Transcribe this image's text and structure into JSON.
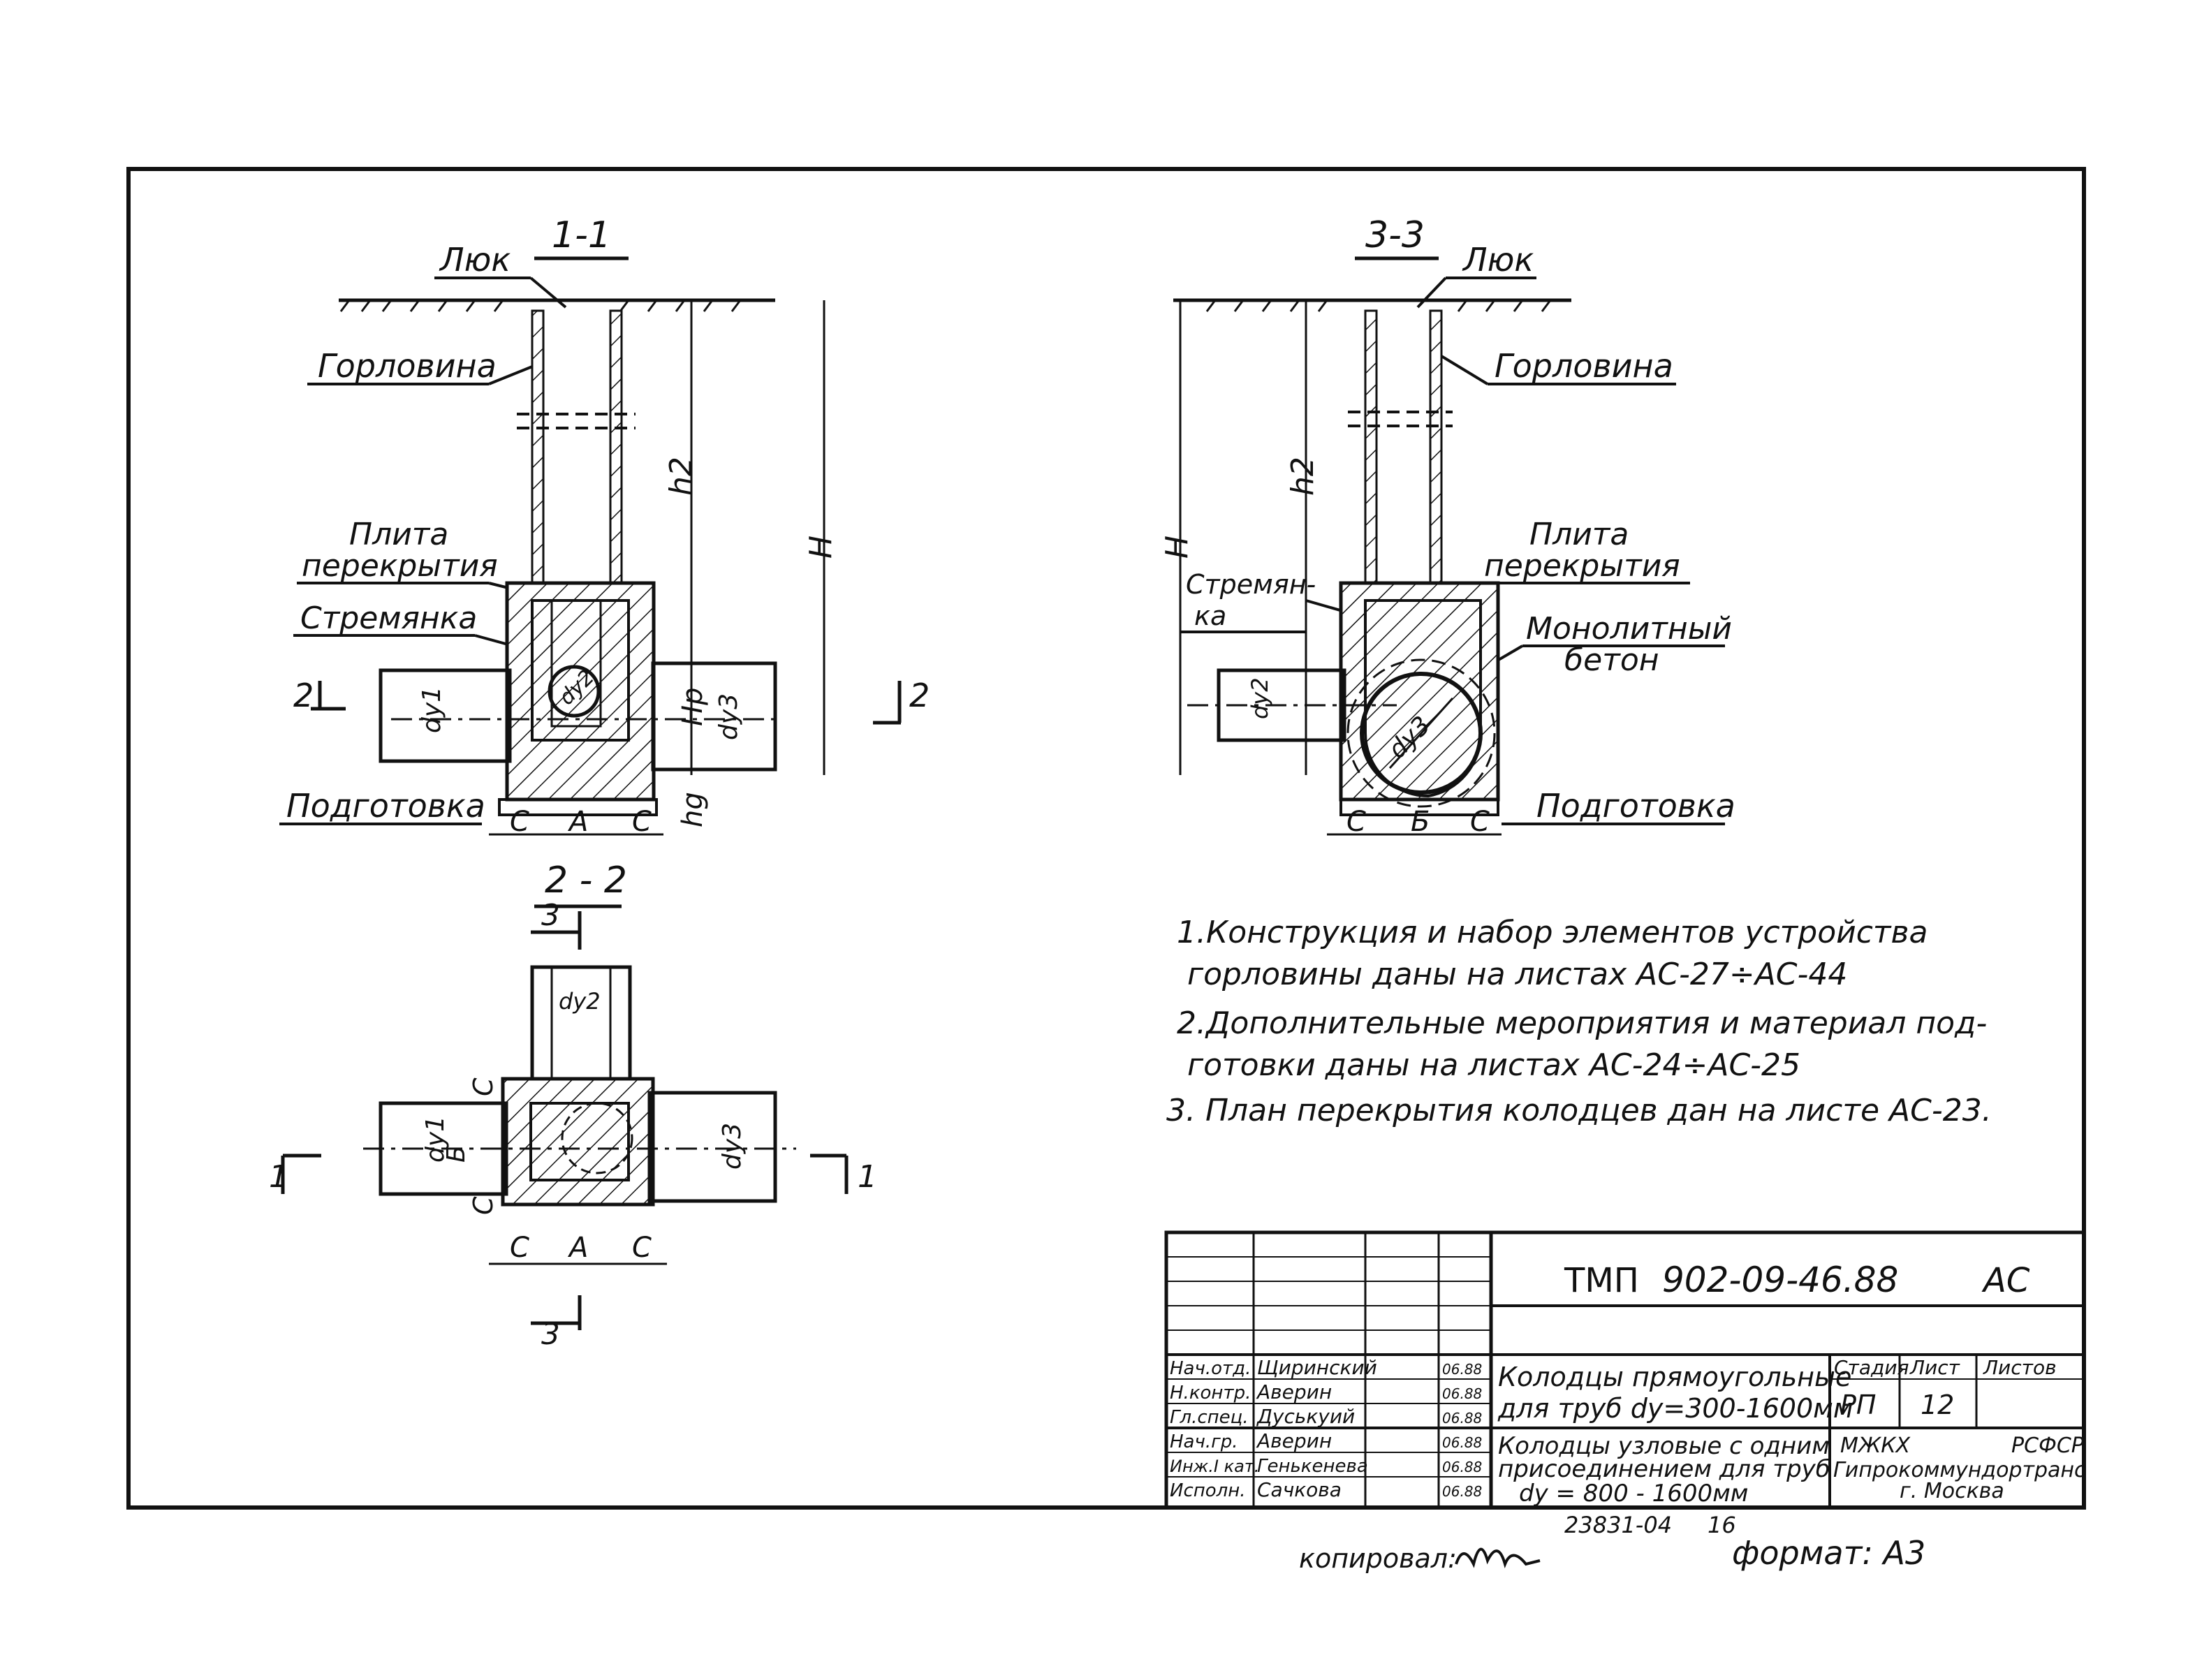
{
  "section_1_1": {
    "title": "1-1",
    "labels": {
      "hatch": "Люк",
      "neck": "Горловина",
      "slab_line1": "Плита",
      "slab_line2": "перекрытия",
      "ladder": "Стремянка",
      "base": "Подготовка"
    },
    "pipes": {
      "d1": "dу1",
      "d2": "dу2",
      "d3": "dу3"
    },
    "dims": {
      "h2": "h2",
      "H": "H",
      "Hp": "Hp",
      "hg": "hg",
      "c": "C",
      "a": "A"
    },
    "cut_mark": "2"
  },
  "section_3_3": {
    "title": "3-3",
    "labels": {
      "hatch": "Люк",
      "neck": "Горловина",
      "slab_line1": "Плита",
      "slab_line2": "перекрытия",
      "ladder_line1": "Стремян-",
      "ladder_line2": "ка",
      "mono_line1": "Монолитный",
      "mono_line2": "бетон",
      "base": "Подготовка"
    },
    "pipes": {
      "d2": "dу2",
      "d3": "dу3"
    },
    "dims": {
      "H": "H",
      "h2": "h2",
      "c": "C",
      "b": "Б"
    }
  },
  "section_2_2": {
    "title": "2 - 2",
    "cut_top": "3",
    "cut_bottom": "3",
    "cut_side": "1",
    "pipes": {
      "d1": "dу1",
      "d2": "dу2",
      "d3": "dу3"
    },
    "dims": {
      "c": "C",
      "a": "A",
      "b": "Б"
    }
  },
  "notes": [
    "1.Конструкция и набор элементов устройства",
    "горловины даны на листах АС-27÷АС-44",
    "2.Дополнительные мероприятия и материал под-",
    "готовки даны на листах АС-24÷АС-25",
    "3. План перекрытия колодцев дан на листе АС-23."
  ],
  "title_block": {
    "code_prefix": "ТМП",
    "code": "902-09-46.88",
    "mark": "АС",
    "roles": [
      {
        "role": "Нач.отд.",
        "name": "Щиринский",
        "date": "06.88"
      },
      {
        "role": "Н.контр.",
        "name": "Аверин",
        "date": "06.88"
      },
      {
        "role": "Гл.спец.",
        "name": "Дуськуий",
        "date": "06.88"
      },
      {
        "role": "Нач.гр.",
        "name": "Аверин",
        "date": "06.88"
      },
      {
        "role": "Инж.I кат.",
        "name": "Генькенева",
        "date": "06.88"
      },
      {
        "role": "Исполн.",
        "name": "Сачкова",
        "date": "06.88"
      }
    ],
    "title_line1": "Колодцы прямоугольные",
    "title_line2": "для труб dу=300-1600мм",
    "subtitle_line1": "Колодцы узловые с одним",
    "subtitle_line2": "присоединением для труб",
    "subtitle_line3": "dу = 800 - 1600мм",
    "stage_header": "Стадия",
    "sheet_header": "Лист",
    "sheets_header": "Листов",
    "stage": "РП",
    "sheet": "12",
    "org_line1a": "МЖКХ",
    "org_line1b": "РСФСР",
    "org_line2": "Гипрокоммундортранс",
    "org_line3": "г. Москва"
  },
  "footer": {
    "inventory": "23831-04",
    "inventory_sheet": "16",
    "copied_label": "копировал:",
    "format": "формат: А3"
  }
}
